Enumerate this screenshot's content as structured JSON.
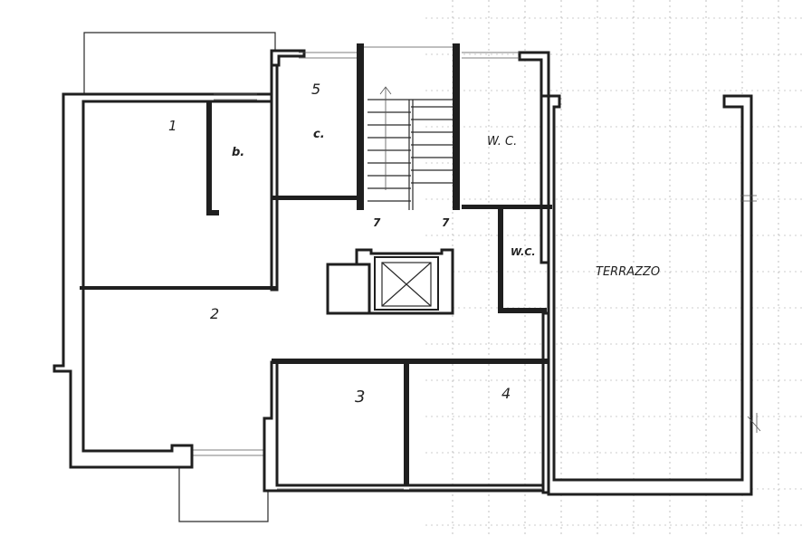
{
  "plan": {
    "labels": {
      "terrace": "TERRAZZO",
      "kitchen": "c.",
      "bath": "b.",
      "bath_main": "W. C.",
      "wc": "W.C.",
      "room1": "1",
      "room2": "2",
      "room3": "3",
      "room4": "4",
      "room5": "5",
      "stair_mark_left": "7",
      "stair_mark_right": "7"
    }
  }
}
